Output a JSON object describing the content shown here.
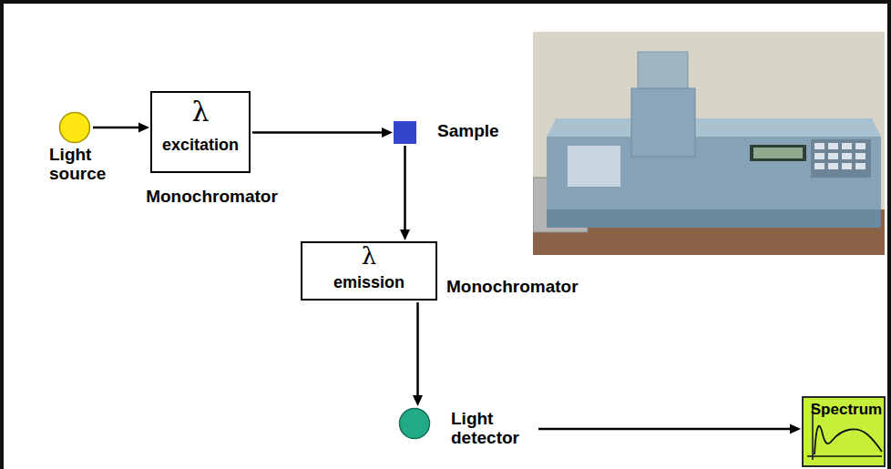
{
  "diagram": {
    "nodes": [
      {
        "text": [
          "Light source"
        ]
      },
      {
        "text": [
          "λ",
          "excitation",
          "Monochromator"
        ]
      },
      {
        "text": [
          "Sample"
        ]
      },
      {
        "text": [
          "λ",
          "emission",
          "Monochromator"
        ]
      },
      {
        "text": [
          "Light detector"
        ]
      },
      {
        "text": [
          "Spectrum"
        ]
      }
    ],
    "edges": [
      {
        "from": 0,
        "to": 1,
        "arrow": "to"
      },
      {
        "from": 1,
        "to": 2,
        "arrow": "to"
      },
      {
        "from": 2,
        "to": 3,
        "arrow": "to"
      },
      {
        "from": 3,
        "to": 4,
        "arrow": "to"
      },
      {
        "from": 4,
        "to": 5,
        "arrow": "to"
      }
    ]
  }
}
